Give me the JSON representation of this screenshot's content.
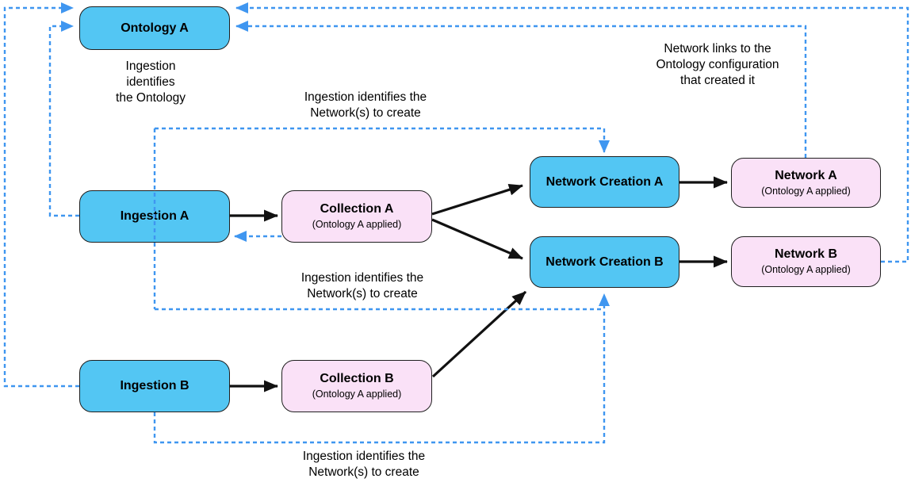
{
  "diagram": {
    "title_hint": "Ontology / Ingestion / Network creation flow",
    "colors": {
      "node_blue": "#53C6F3",
      "node_pink": "#FAE1F7",
      "node_border": "#1f1f1f",
      "connector_blue": "#3F96F0",
      "arrow_black": "#111111",
      "text_black": "#000000",
      "bg": "#ffffff"
    },
    "nodes": {
      "ontology_a": {
        "title": "Ontology A"
      },
      "ingestion_a": {
        "title": "Ingestion A"
      },
      "ingestion_b": {
        "title": "Ingestion B"
      },
      "collection_a": {
        "title": "Collection A",
        "subtitle": "(Ontology A applied)"
      },
      "collection_b": {
        "title": "Collection B",
        "subtitle": "(Ontology A applied)"
      },
      "network_creation_a": {
        "title": "Network Creation A"
      },
      "network_creation_b": {
        "title": "Network Creation B"
      },
      "network_a": {
        "title": "Network A",
        "subtitle": "(Ontology A applied)"
      },
      "network_b": {
        "title": "Network B",
        "subtitle": "(Ontology A applied)"
      }
    },
    "annotations": {
      "ingestion_identifies_ontology": {
        "text": "Ingestion\nidentifies\nthe Ontology"
      },
      "ingestion_identifies_networks_top": {
        "text": "Ingestion identifies the\nNetwork(s) to create"
      },
      "ingestion_identifies_networks_mid": {
        "text": "Ingestion identifies the\nNetwork(s) to create"
      },
      "ingestion_identifies_networks_bottom": {
        "text": "Ingestion identifies the\nNetwork(s) to create"
      },
      "network_links_ontology": {
        "text": "Network links to the\nOntology configuration\nthat created it"
      }
    },
    "edges": {
      "solid_black": [
        {
          "from": "Ingestion A",
          "to": "Collection A"
        },
        {
          "from": "Collection A",
          "to": "Network Creation A"
        },
        {
          "from": "Collection A",
          "to": "Network Creation B"
        },
        {
          "from": "Network Creation A",
          "to": "Network A"
        },
        {
          "from": "Network Creation B",
          "to": "Network B"
        },
        {
          "from": "Ingestion B",
          "to": "Collection B"
        },
        {
          "from": "Collection B",
          "to": "Network Creation B"
        }
      ],
      "dashed_blue": [
        {
          "from": "Ingestion B",
          "to": "Ontology A"
        },
        {
          "from": "Ingestion A",
          "to": "Ontology A"
        },
        {
          "from": "Network A",
          "to": "Ontology A"
        },
        {
          "from": "Network B",
          "to": "Ontology A"
        },
        {
          "from": "Ingestion A",
          "to": "Network Creation A"
        },
        {
          "from": "Ingestion A",
          "to": "Network Creation B"
        },
        {
          "from": "Ingestion B",
          "to": "Network Creation B"
        },
        {
          "from": "Collection A",
          "to": "Ingestion A"
        }
      ]
    }
  }
}
